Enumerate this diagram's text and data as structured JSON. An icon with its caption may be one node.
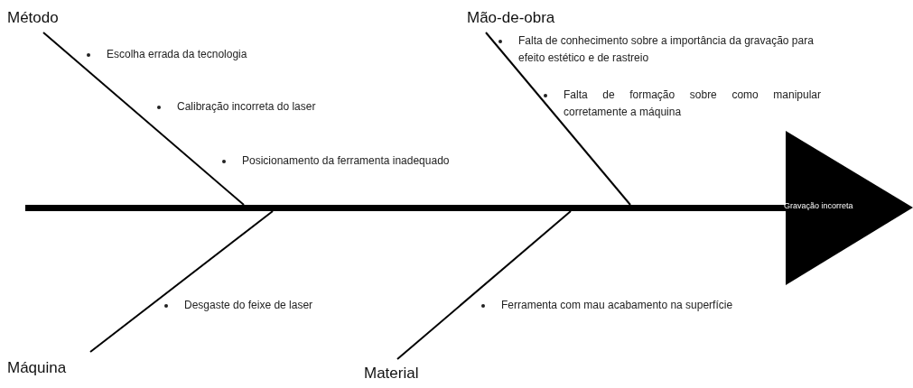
{
  "diagram": {
    "nodes": [
      {
        "text": [
          "Método"
        ]
      },
      {
        "text": [
          "Mão-de-obra"
        ]
      },
      {
        "text": [],
        "shape": "bar"
      },
      {
        "text": [
          "Gravação incorreta"
        ]
      },
      {
        "text": [
          "Máquina"
        ]
      },
      {
        "text": [
          "Material"
        ]
      }
    ],
    "edges": [
      {
        "from": 0,
        "to": 2,
        "arrow": "none"
      },
      {
        "from": 1,
        "to": 2,
        "arrow": "none"
      },
      {
        "from": 4,
        "to": 2,
        "arrow": "none"
      },
      {
        "from": 5,
        "to": 2,
        "arrow": "none"
      }
    ],
    "labels": [
      "Escolha errada da tecnologia",
      "Falta de conhecimento sobre a importância da gravação para efeito estético e de rastreio",
      "Calibração incorreta do laser",
      "Falta de formação sobre como manipular corretamente a máquina",
      "Posicionamento da ferramenta inadequado",
      "Desgaste do feixe de laser",
      "Ferramenta com mau acabamento na superfície"
    ]
  }
}
